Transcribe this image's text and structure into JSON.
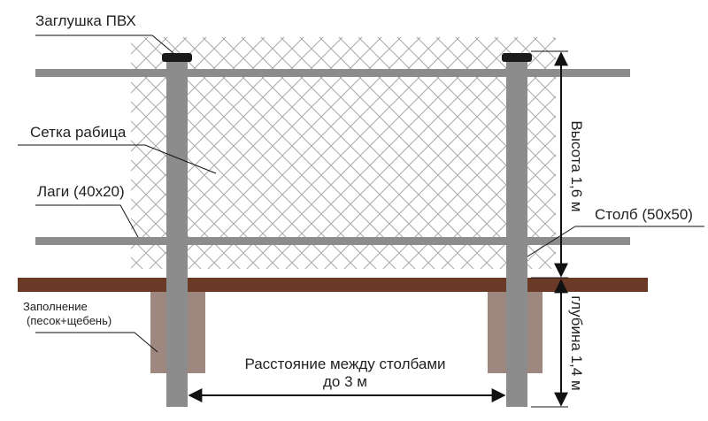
{
  "labels": {
    "cap": "Заглушка ПВХ",
    "mesh": "Сетка рабица",
    "rails": "Лаги (40х20)",
    "filling_line1": "Заполнение",
    "filling_line2": "(песок+щебень)",
    "height": "Высота 1,6 м",
    "post": "Столб (50х50)",
    "depth": "глубина 1,4 м",
    "distance_line1": "Расстояние между столбами",
    "distance_line2": "до 3 м"
  },
  "colors": {
    "post": "#8c8c8c",
    "rail": "#8c8c8c",
    "cap": "#1a1a1a",
    "ground": "#6b3a26",
    "footing": "#8c7268",
    "mesh": "#9a9a9a",
    "arrow": "#111111"
  }
}
